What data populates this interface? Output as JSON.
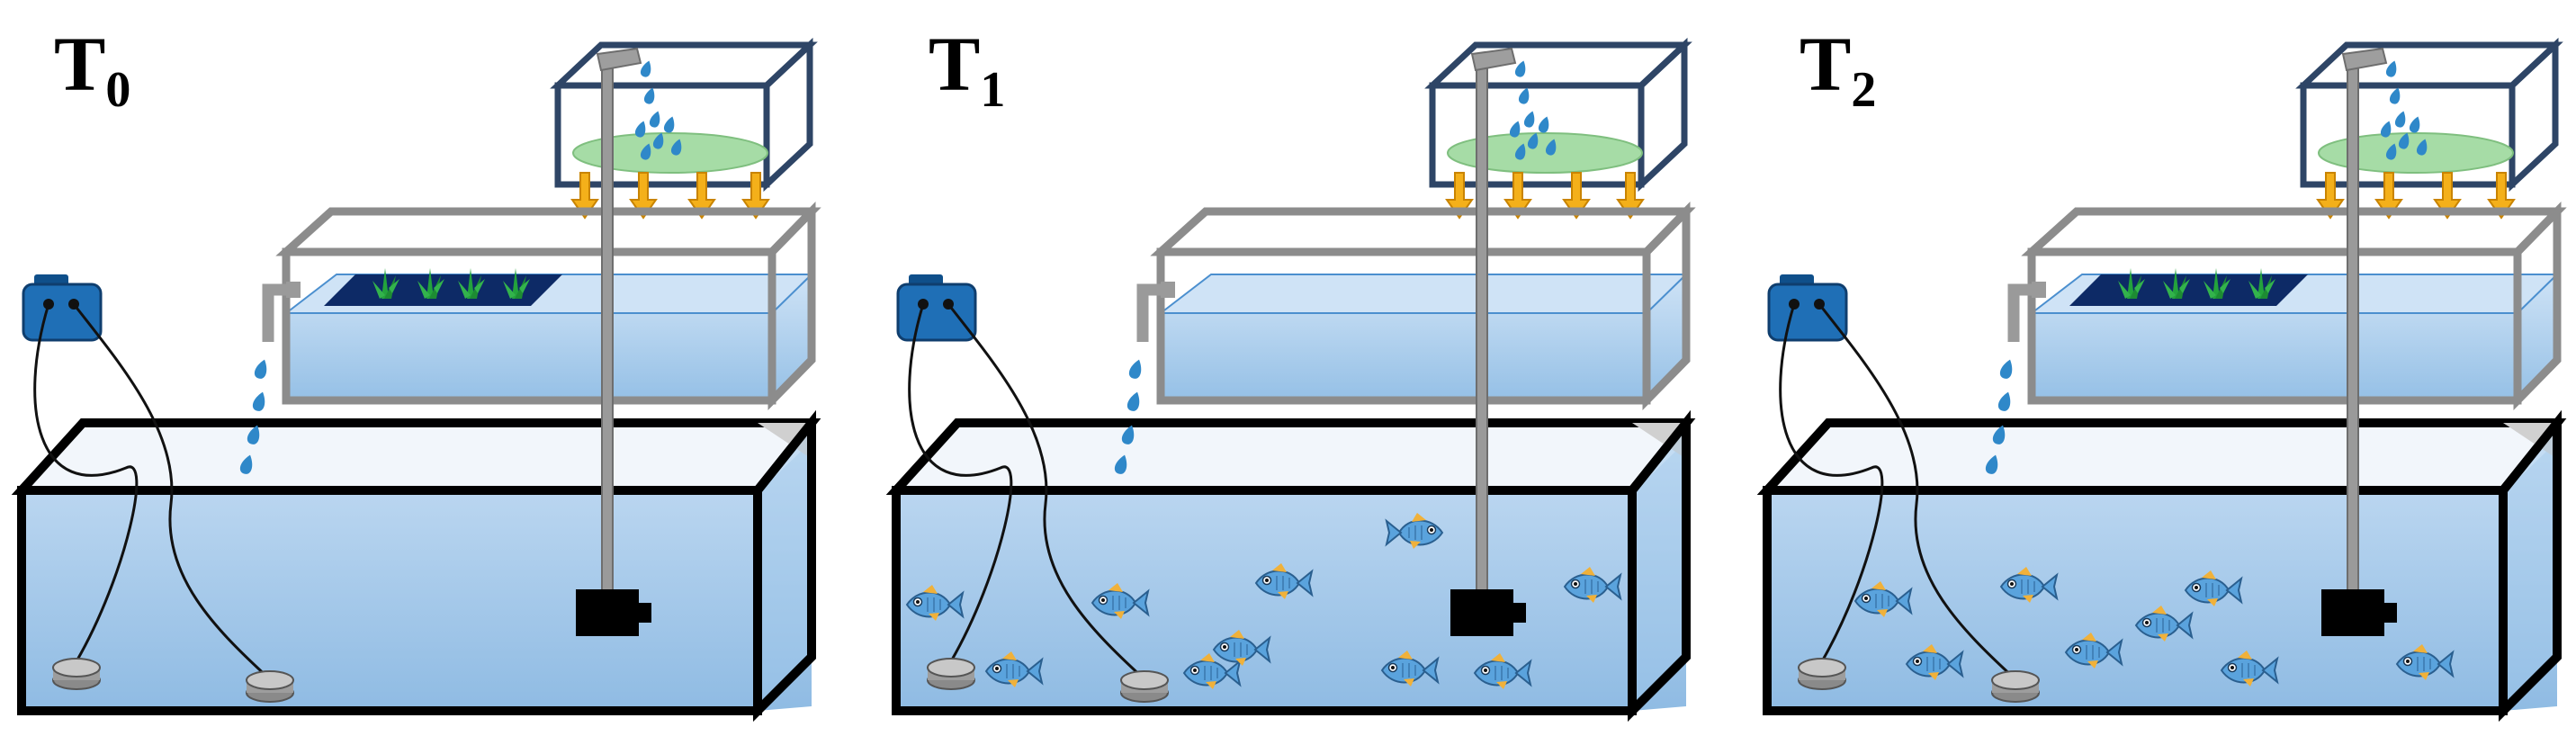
{
  "panels": [
    {
      "label": "T",
      "subscript": "0",
      "plants": true,
      "fish_count": 0
    },
    {
      "label": "T",
      "subscript": "1",
      "plants": false,
      "fish_count": 10
    },
    {
      "label": "T",
      "subscript": "2",
      "plants": true,
      "fish_count": 8
    }
  ],
  "colors": {
    "water": "#a9cbeb",
    "water_light": "#cfe3f6",
    "lid": "#f2f6fb",
    "tank_frame": "#000000",
    "grow_bed_frame": "#8c8c8c",
    "lamp_frame": "#2e4566",
    "light_disc": "#a6dca6",
    "light_arrow": "#f4b01a",
    "droplet": "#2f88c9",
    "plant": "#23a33c",
    "raft": "#0d2a66",
    "sensor_box": "#1f6fb6",
    "pump": "#000000",
    "pipe": "#9a9a9a",
    "fish": "#5aa3dd"
  },
  "icons": [
    "light-box-icon",
    "grow-bed-icon",
    "fish-tank-icon",
    "pump-icon",
    "sensor-probe-icon",
    "fish-icon",
    "plant-icon",
    "droplet-icon"
  ]
}
